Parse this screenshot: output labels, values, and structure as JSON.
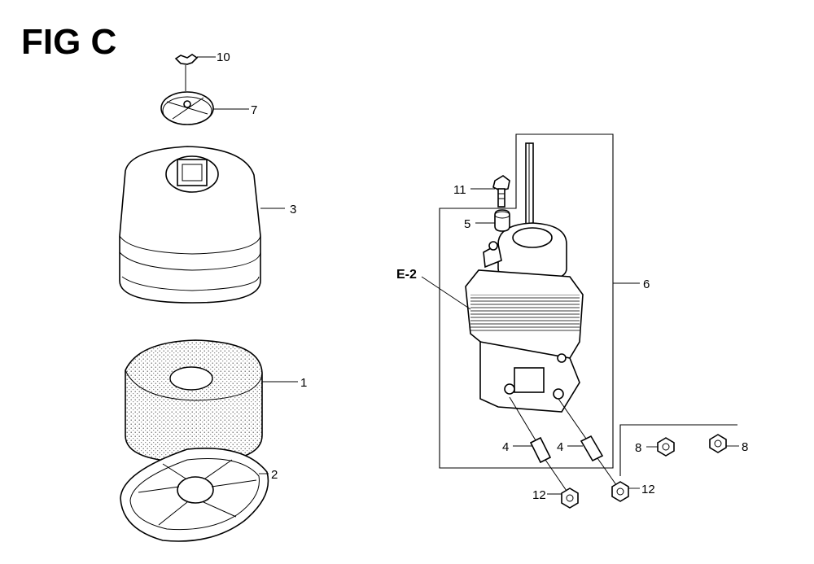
{
  "figure": {
    "title": "FIG C"
  },
  "callouts": {
    "p1": "1",
    "p2": "2",
    "p3": "3",
    "p4a": "4",
    "p4b": "4",
    "p5": "5",
    "p6": "6",
    "p7": "7",
    "p8a": "8",
    "p8b": "8",
    "p10": "10",
    "p11": "11",
    "p12a": "12",
    "p12b": "12",
    "ref": "E-2"
  }
}
